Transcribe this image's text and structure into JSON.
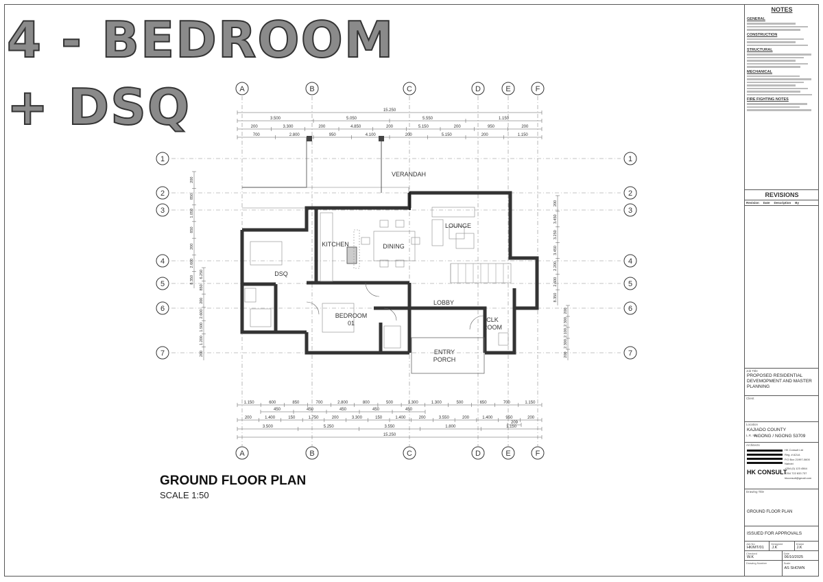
{
  "heading": {
    "line1": "4 - BEDROOM",
    "line2": "+ DSQ"
  },
  "drawing": {
    "title": "GROUND FLOOR PLAN",
    "scale": "SCALE 1:50"
  },
  "grid": {
    "columns": [
      "A",
      "B",
      "C",
      "D",
      "E",
      "F"
    ],
    "rows": [
      "1",
      "2",
      "3",
      "4",
      "5",
      "6",
      "7"
    ]
  },
  "rooms": {
    "verandah": "VERANDAH",
    "lounge": "LOUNGE",
    "kitchen": "KITCHEN",
    "dining": "DINING",
    "dsq": "DSQ",
    "lobby": "LOBBY",
    "bedroom_l1": "BEDROOM",
    "bedroom_l2": "01",
    "clk_l1": "CLK",
    "clk_l2": "ROOM",
    "entry_l1": "ENTRY",
    "entry_l2": "PORCH"
  },
  "dimensions_top": {
    "total": "15.250",
    "row2": [
      "3.500",
      "5.050",
      "5.550",
      "1.150"
    ],
    "row3": [
      "200",
      "3.300",
      "200",
      "4.850",
      "200",
      "5.150",
      "200",
      "950",
      "200"
    ],
    "row4": [
      "700",
      "2.800",
      "950",
      "4.100",
      "200",
      "5.150",
      "200",
      "1.150"
    ]
  },
  "dimensions_bottom": {
    "row1": [
      "1.150",
      "600",
      "850",
      "700",
      "2.800",
      "800",
      "500",
      "1.300",
      "1.300",
      "500",
      "650",
      "700",
      "1.150"
    ],
    "row1b": [
      "450",
      "450",
      "450",
      "450",
      "450"
    ],
    "row2": [
      "200",
      "1.400",
      "150",
      "1.750",
      "200",
      "3.300",
      "150",
      "1.400",
      "200",
      "3.550",
      "200",
      "1.400",
      "950",
      "200"
    ],
    "row2b": [
      "209"
    ],
    "row3": [
      "3.500",
      "5.250",
      "3.550",
      "1.800",
      "1.150"
    ],
    "total": "15.250"
  },
  "dimensions_left": [
    "200",
    "850",
    "1.050",
    "850",
    "200",
    "2.600",
    "8.350",
    "6.250",
    "850",
    "200",
    "2.600",
    "1.500",
    "1.200",
    "200"
  ],
  "dimensions_right": [
    "200",
    "3.450",
    "3.250",
    "3.450",
    "2.200",
    "2.600",
    "8.350",
    "200",
    "2.300",
    "2.100",
    "2.300",
    "200"
  ],
  "title_block": {
    "notes_heading": "NOTES",
    "note_categories": [
      "GENERAL",
      "CONSTRUCTION",
      "STRUCTURAL",
      "MECHANICAL",
      "FIRE FIGHTING NOTES"
    ],
    "revisions_heading": "REVISIONS",
    "revision_columns": [
      "Revision",
      "Date",
      "Description",
      "By"
    ],
    "job_title_label": "Job Title",
    "job_title": "PROPOSED RESIDENTIAL DEVEMOPMENT AND MASTER PLANNING",
    "client_label": "Client",
    "location_label": "Location",
    "location_line1": "KAJIADO COUNTY",
    "location_line2": "NGONG / NGONG 53709",
    "lr_label": "L.R. No.",
    "architects_label": "Architects",
    "firm_name": "HK CONSULT",
    "firm_info": [
      "HK Consult Ltd",
      "Reg. # A2LA",
      "P.O Box 21997-0600",
      "Nairobi",
      "+254 (0) 123 4564",
      "+254 722 833 737",
      "hkconsult@gmail.com"
    ],
    "drawing_title_label": "Drawing Title",
    "drawing_title": "GROUND FLOOR PLAN",
    "status": "ISSUED FOR APPROVALS",
    "job_no_label": "Job No",
    "job_no": "HK/MT/01",
    "designed_label": "Designed",
    "designed": "J.K",
    "drawn_label": "Drawn",
    "drawn": "J.K",
    "checked_label": "Checked",
    "checked": "W.K",
    "date_label": "Date",
    "date": "06/10/2025",
    "drawing_number_label": "Drawing Number",
    "scale_label": "Scale",
    "scale": "AS SHOWN"
  }
}
